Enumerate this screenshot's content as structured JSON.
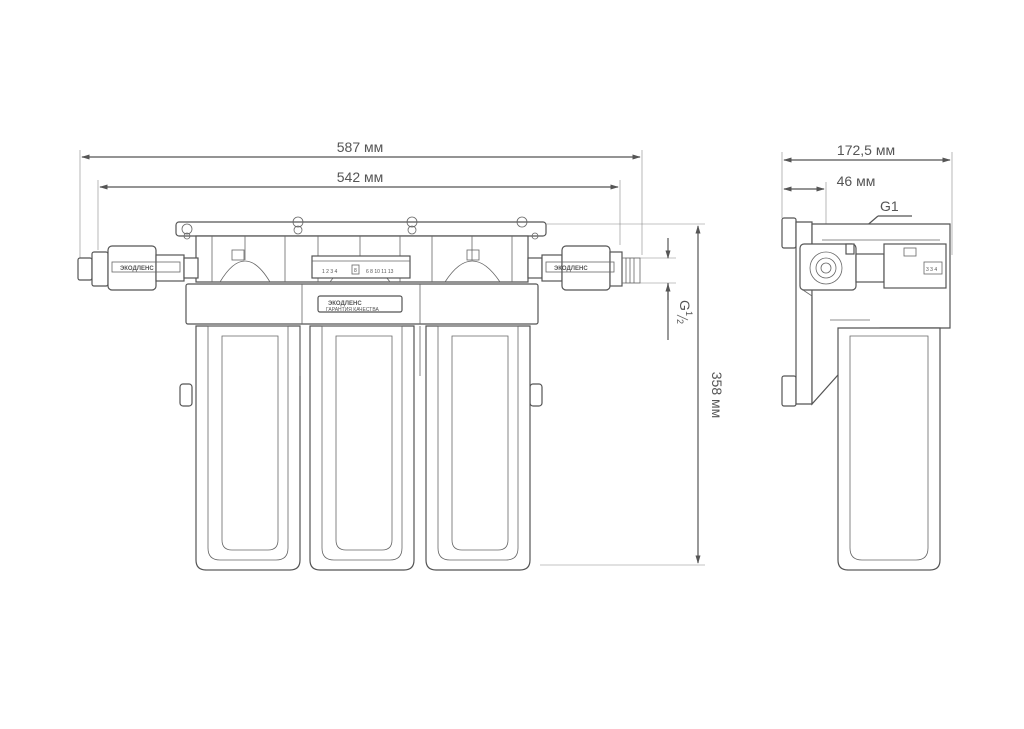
{
  "dimensions": {
    "overall_width": "587 мм",
    "body_width": "542 мм",
    "thread_outlet": "G",
    "thread_outlet_fraction_num": "1",
    "thread_outlet_fraction_den": "2",
    "height": "358 мм",
    "side_depth": "172,5 мм",
    "side_offset": "46 мм",
    "side_thread": "G1"
  },
  "labels": {
    "brand_left": "ЭКОДЛЕНС",
    "brand_right": "ЭКОДЛЕНС",
    "brand_center": "ЭКОДЛЕНС",
    "brand_center_sub": "ГАРАНТИЯ КАЧЕСТВА",
    "scale_left": "1 2 3 4",
    "scale_right": "6 8 10 11 13",
    "scale_mid": "8",
    "side_scale": "3 3 4"
  }
}
